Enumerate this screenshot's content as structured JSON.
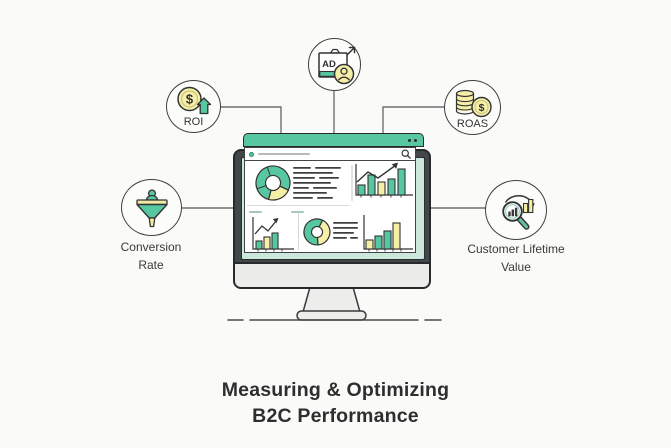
{
  "title": {
    "line1": "Measuring & Optimizing",
    "line2": "B2C Performance"
  },
  "nodes": {
    "ad": {
      "label": "AD",
      "icon": "ad-banner-with-user-and-growth-arrow"
    },
    "roi": {
      "label": "ROI",
      "icon": "dollar-coin-with-up-arrow"
    },
    "roas": {
      "label": "ROAS",
      "icon": "coin-stack-with-dollar-coin"
    },
    "conversion": {
      "label": "Conversion Rate",
      "icon": "funnel-with-user"
    },
    "clv": {
      "label": "Customer Lifetime Value",
      "icon": "magnifier-over-bars-with-cycle-arrow"
    }
  },
  "colors": {
    "teal": "#57C7A2",
    "yellow": "#F5EFA8",
    "outline": "#333333",
    "bezel": "#42474A",
    "mint": "#CBE8DB",
    "background": "#FAFAF8"
  },
  "dashboard": {
    "donuts": [
      {
        "position": "top-left",
        "segments": [
          {
            "c": "teal",
            "pct": 75
          },
          {
            "c": "yellow",
            "pct": 25
          }
        ]
      },
      {
        "position": "bottom-middle",
        "segments": [
          {
            "c": "teal",
            "pct": 58
          },
          {
            "c": "yellow",
            "pct": 42
          }
        ]
      }
    ],
    "bar_charts": {
      "top_right": {
        "trend_arrow": true,
        "bars": [
          {
            "h": 10,
            "c": "teal"
          },
          {
            "h": 20,
            "c": "teal"
          },
          {
            "h": 13,
            "c": "yellow"
          },
          {
            "h": 16,
            "c": "teal"
          },
          {
            "h": 26,
            "c": "teal"
          }
        ]
      },
      "bottom_left": {
        "trend_arrow": true,
        "bars": [
          {
            "h": 8,
            "c": "teal"
          },
          {
            "h": 12,
            "c": "yellow"
          },
          {
            "h": 16,
            "c": "teal"
          }
        ]
      },
      "bottom_right": {
        "trend_arrow": false,
        "bars": [
          {
            "h": 9,
            "c": "yellow"
          },
          {
            "h": 13,
            "c": "teal"
          },
          {
            "h": 18,
            "c": "teal"
          },
          {
            "h": 26,
            "c": "yellow"
          }
        ]
      }
    }
  }
}
